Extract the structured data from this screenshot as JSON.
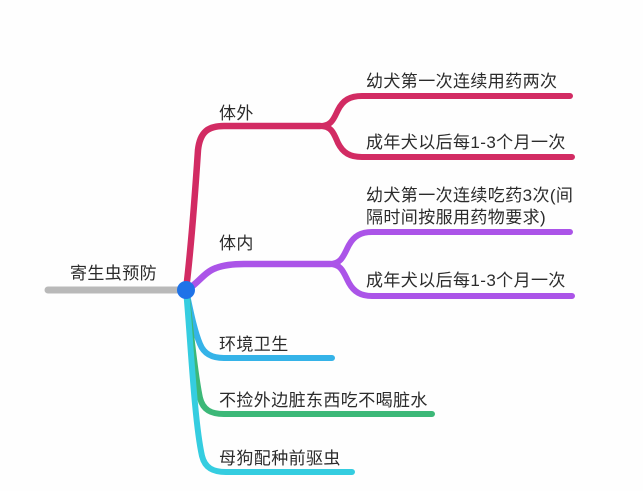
{
  "diagram": {
    "type": "mind-map",
    "background_color": "#fefefe",
    "text_color": "#2b2b2b",
    "root": {
      "label": "寄生虫预防",
      "branch_color": "#b9b9b9",
      "junction_color": "#1f73e8"
    },
    "branches": [
      {
        "label": "体外",
        "color": "#d22b63",
        "children": [
          {
            "label": "幼犬第一次连续用药两次"
          },
          {
            "label": "成年犬以后每1-3个月一次"
          }
        ]
      },
      {
        "label": "体内",
        "color": "#ab54e8",
        "children": [
          {
            "label": "幼犬第一次连续吃药3次(间隔时间按服用药物要求)"
          },
          {
            "label": "成年犬以后每1-3个月一次"
          }
        ]
      },
      {
        "label": "环境卫生",
        "color": "#35b3e8",
        "children": []
      },
      {
        "label": "不捡外边脏东西吃不喝脏水",
        "color": "#3cb878",
        "children": []
      },
      {
        "label": "母狗配种前驱虫",
        "color": "#35cde0",
        "children": []
      }
    ]
  }
}
